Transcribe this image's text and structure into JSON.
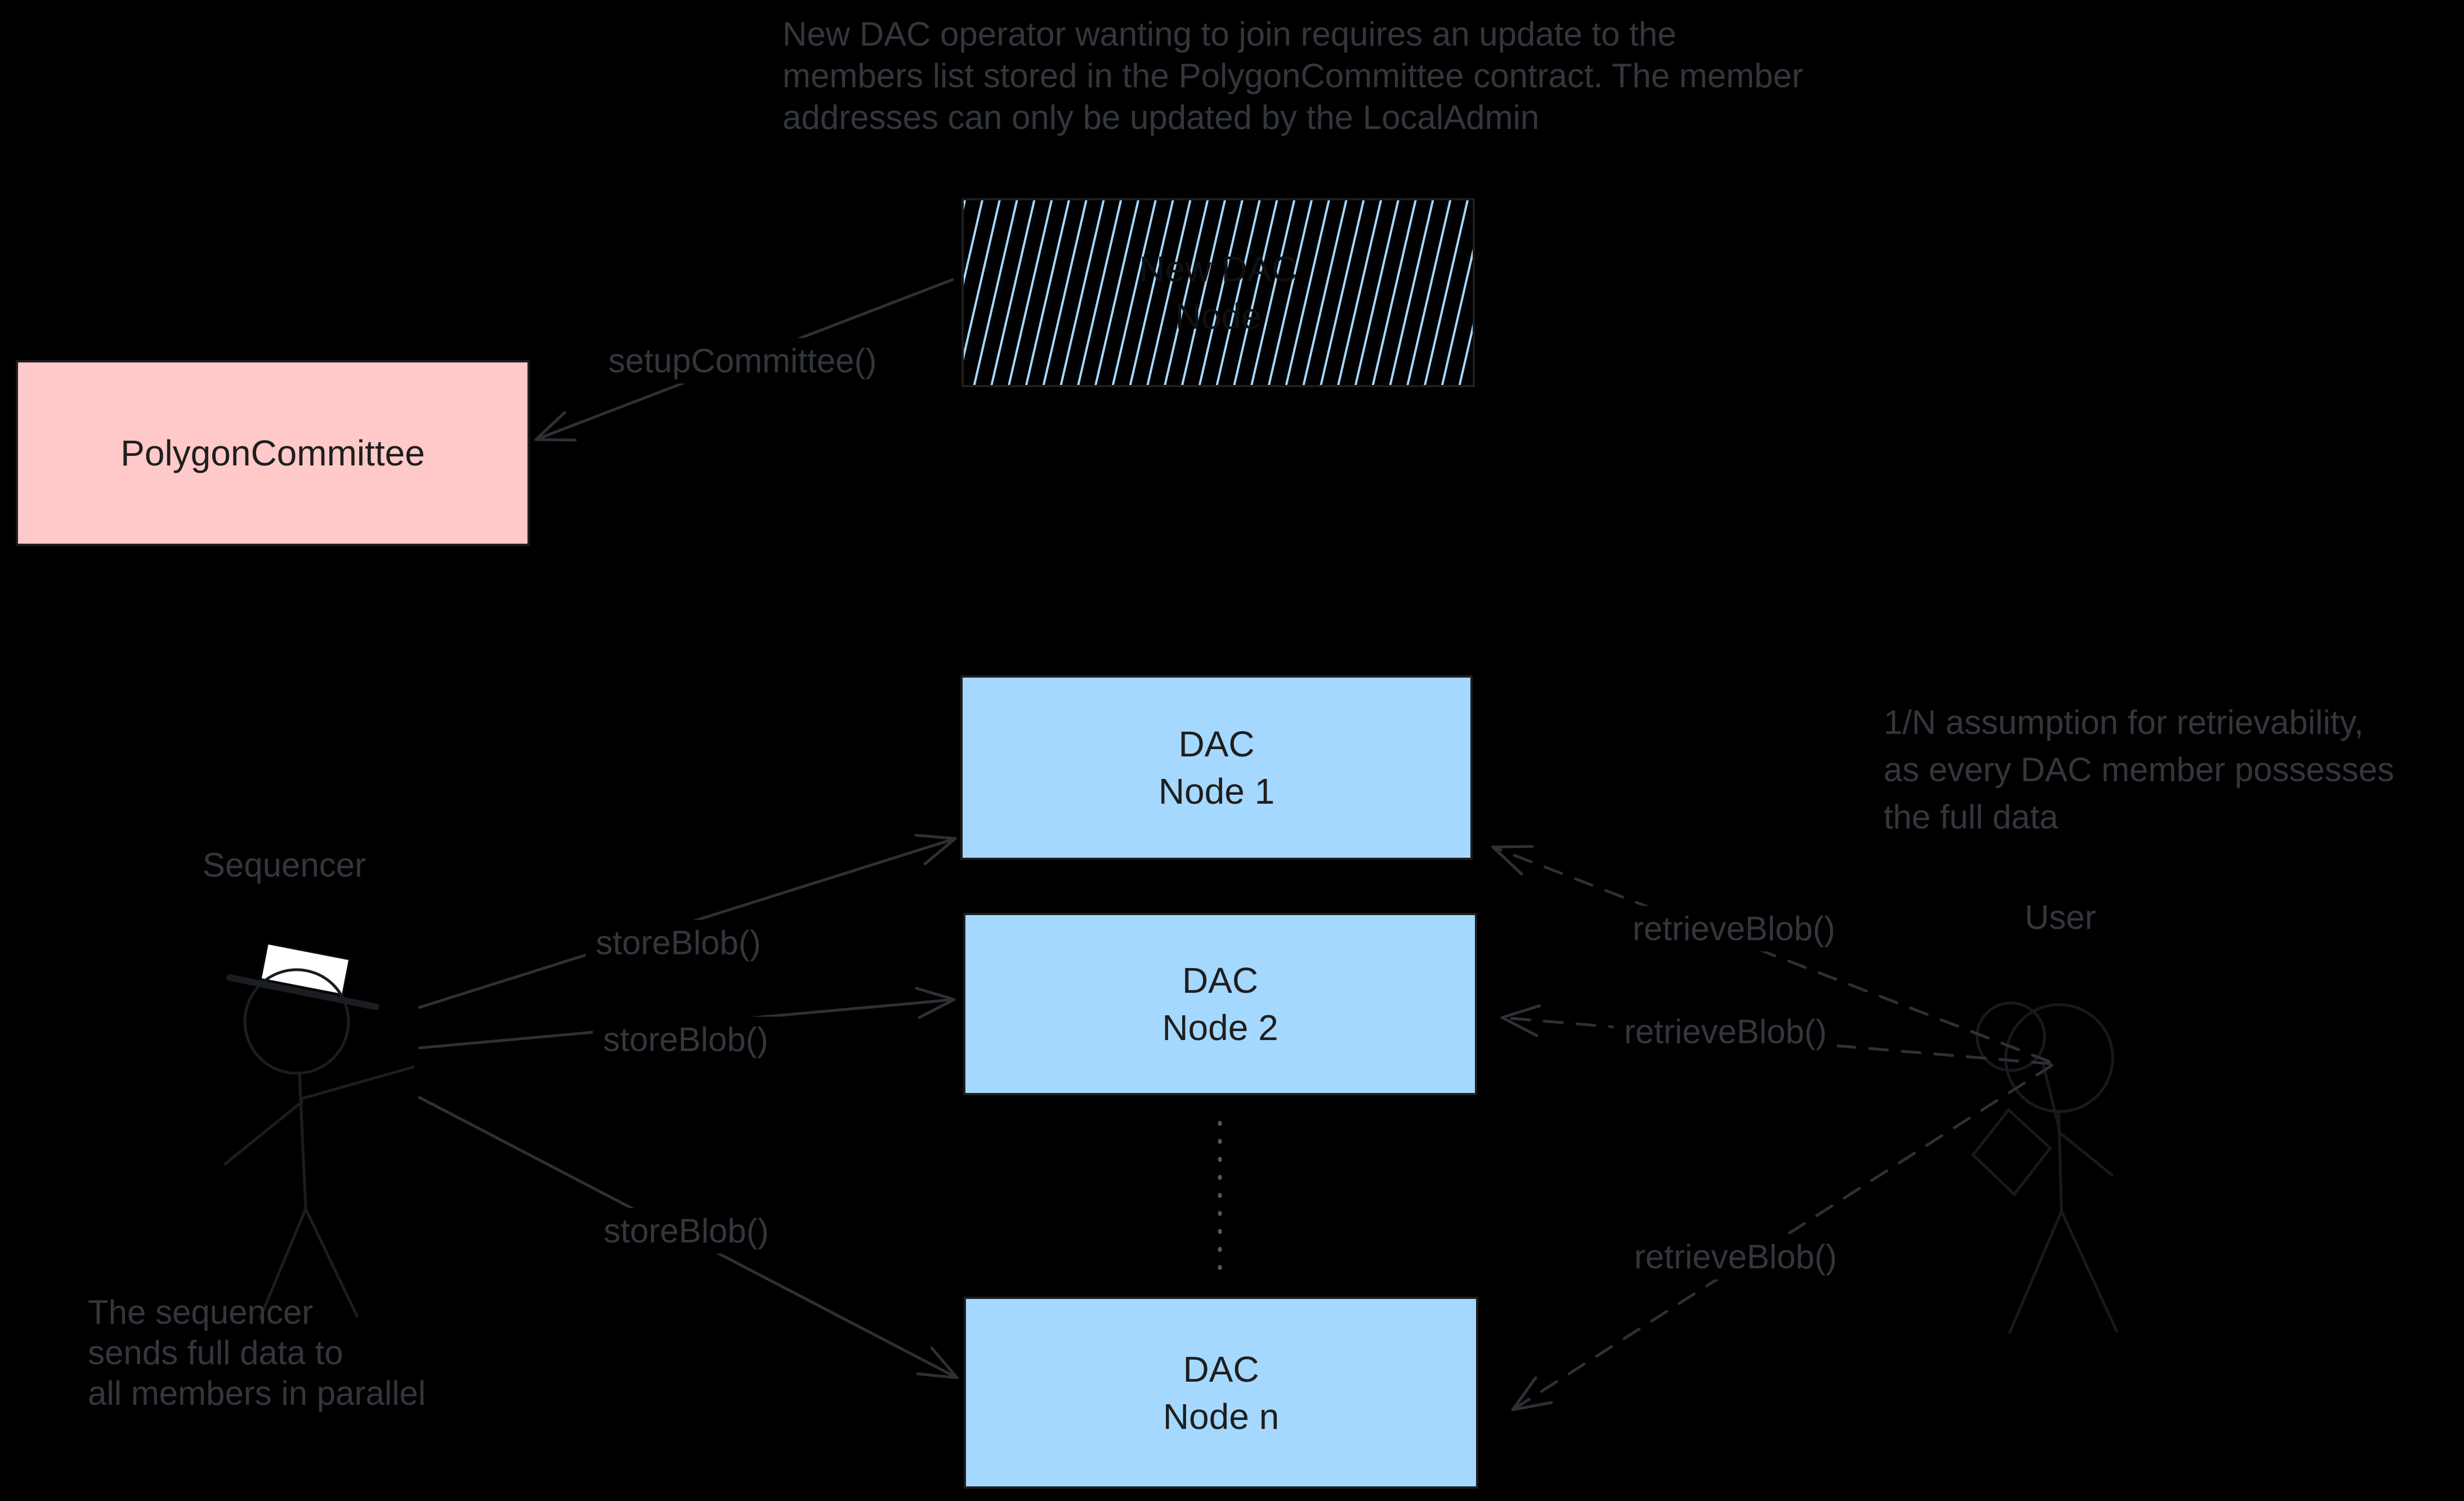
{
  "colors": {
    "background": "#000000",
    "committee_fill": "#ffc9c9",
    "dac_node_fill": "#a5d8ff",
    "hatch_stripe": "#a5d8ff",
    "box_stroke": "#1e1e1e",
    "annotation_gray": "#33373d",
    "hat_fill": "#ffffff"
  },
  "annotations": {
    "top": {
      "lines": [
        "New DAC operator wanting to join requires an update to the",
        "members list stored in the PolygonCommittee contract. The member",
        "addresses can only be updated by the LocalAdmin"
      ]
    },
    "retrievability": {
      "lines": [
        "1/N assumption for retrievability,",
        "as every DAC member possesses",
        "the full data"
      ]
    },
    "sequencer_note": {
      "lines": [
        "The sequencer",
        "sends full data to",
        "all members in parallel"
      ]
    }
  },
  "nodes": {
    "new_dac": {
      "line1": "New DAC",
      "line2": "Node"
    },
    "committee": {
      "label": "PolygonCommittee"
    },
    "dac1": {
      "line1": "DAC",
      "line2": "Node 1"
    },
    "dac2": {
      "line1": "DAC",
      "line2": "Node 2"
    },
    "dacn": {
      "line1": "DAC",
      "line2": "Node n"
    }
  },
  "actors": {
    "sequencer": "Sequencer",
    "user": "User"
  },
  "edges": {
    "setup": "setupCommittee()",
    "store1": "storeBlob()",
    "store2": "storeBlob()",
    "store3": "storeBlob()",
    "retrieve1": "retrieveBlob()",
    "retrieve2": "retrieveBlob()",
    "retrieve3": "retrieveBlob()"
  }
}
